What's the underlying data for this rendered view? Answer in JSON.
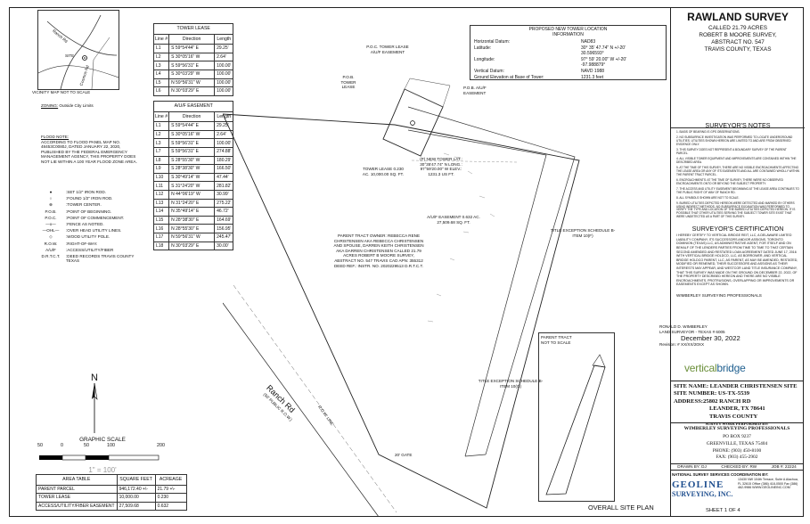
{
  "vicinity": {
    "label": "VICINITY MAP NOT TO SCALE",
    "site_label": "SITE",
    "road_1": "Ranch Rd",
    "road_2": "Cosmos Rd"
  },
  "zoning": {
    "label": "ZONING:",
    "value": "Outside City Limits"
  },
  "flood_note": {
    "title": "FLOOD NOTE:",
    "text": "ACCORDING TO FLOOD PANEL MAP NO. 48453C0080J, DATED JANUARY 22, 2020, PUBLISHED BY THE FEDERAL EMERGENCY MANAGEMENT AGENCY, THIS PROPERTY DOES NOT LIE WITHIN A 100 YEAR FLOOD ZONE AREA."
  },
  "legend": [
    {
      "sym": "●",
      "text": ":SET 1/2\" IRON ROD."
    },
    {
      "sym": "○",
      "text": ":FOUND 1/2\" IRON ROD."
    },
    {
      "sym": "⊕",
      "text": ":TOWER CENTER."
    },
    {
      "sym": "P.O.B.",
      "text": ":POINT OF BEGINNING."
    },
    {
      "sym": "P.O.C.",
      "text": ":POINT OF COMMENCEMENT."
    },
    {
      "sym": "—x—",
      "text": ":FENCE AS NOTED."
    },
    {
      "sym": "—OHL—",
      "text": ":OVER HEAD UTILITY LINES."
    },
    {
      "sym": "◇",
      "text": ":WOOD UTILITY POLE."
    },
    {
      "sym": "R.O.W.",
      "text": ":RIGHT-OF-WAY."
    },
    {
      "sym": "A/U/F",
      "text": ":ACCESS/UTILITY/FIBER"
    },
    {
      "sym": "D.R.T.C.T.",
      "text": ":DEED RECORDS TRAVIS COUNTY TEXAS"
    }
  ],
  "tower_lease_table": {
    "title": "TOWER LEASE",
    "headers": [
      "Line #",
      "Direction",
      "Length"
    ],
    "rows": [
      [
        "L1",
        "S 59°54'44\" E",
        "29.25'"
      ],
      [
        "L2",
        "S 30°05'16\" W",
        "2.64'"
      ],
      [
        "L3",
        "S 59°56'31\" E",
        "100.00'"
      ],
      [
        "L4",
        "S 30°03'29\" W",
        "100.00'"
      ],
      [
        "L5",
        "N 59°56'31\" W",
        "100.00'"
      ],
      [
        "L6",
        "N 30°03'29\" E",
        "100.00'"
      ]
    ]
  },
  "auf_easement_table": {
    "title": "A/U/F EASEMENT",
    "headers": [
      "Line #",
      "Direction",
      "Length"
    ],
    "rows": [
      [
        "L1",
        "S 59°54'44\" E",
        "29.25'"
      ],
      [
        "L2",
        "S 30°05'16\" W",
        "2.64'"
      ],
      [
        "L3",
        "S 59°56'31\" E",
        "100.00'"
      ],
      [
        "L7",
        "S 59°56'31\" E",
        "274.88'"
      ],
      [
        "L8",
        "S 28°55'30\" W",
        "180.29'"
      ],
      [
        "L9",
        "S 28°38'30\" W",
        "166.50'"
      ],
      [
        "L10",
        "S 30°49'14\" W",
        "47.44'"
      ],
      [
        "L11",
        "S 31°24'20\" W",
        "281.82'"
      ],
      [
        "L12",
        "N 44°06'19\" W",
        "30.99'"
      ],
      [
        "L13",
        "N 31°24'20\" E",
        "275.22'"
      ],
      [
        "L14",
        "N 35°49'14\" E",
        "46.72'"
      ],
      [
        "L15",
        "N 28°38'30\" E",
        "164.69'"
      ],
      [
        "L16",
        "N 28°55'30\" E",
        "156.95'"
      ],
      [
        "L17",
        "N 59°56'31\" W",
        "245.47'"
      ],
      [
        "L18",
        "N 30°03'29\" E",
        "30.00'"
      ]
    ]
  },
  "north": {
    "label": "N"
  },
  "scale": {
    "title": "GRAPHIC SCALE",
    "ticks": [
      "50",
      "0",
      "50",
      "100",
      "200"
    ],
    "ratio": "1\" = 100'"
  },
  "area_table": {
    "headers": [
      "AREA TABLE",
      "SQUARE FEET",
      "ACREAGE"
    ],
    "rows": [
      [
        "PARENT PARCEL",
        "946,172.40 +\\-",
        "21.79 +\\-"
      ],
      [
        "TOWER LEASE",
        "10,000.00",
        "0.230"
      ],
      [
        "ACCESS/UTILITY/FIBER EASEMENT",
        "27,509.68",
        "0.632"
      ]
    ]
  },
  "tower_location": {
    "title": "PROPOSED NEW TOWER LOCATION INFORMATION",
    "rows": [
      [
        "Horizontal Datum:",
        "NAD83"
      ],
      [
        "Latitude:",
        "30° 35' 47.74\" N +/-20'"
      ],
      [
        "",
        "30.596593°"
      ],
      [
        "Longitude:",
        "97° 59' 20.00\" W +/-20'"
      ],
      [
        "",
        "-97.988879°"
      ],
      [
        "Vertical Datum:",
        "NAVD 1988"
      ],
      [
        "Ground Elevation at Base of Tower:",
        "1231.3 feet"
      ]
    ]
  },
  "plan_labels": {
    "poc": "P.O.C. TOWER LEASE A/U/F EASEMENT",
    "pob_lease": "P.O.B. TOWER LEASE",
    "pob_easement": "P.O.B. A/U/F EASEMENT",
    "tower_lease": "TOWER LEASE 0.230 AC. 10,000.00 SQ. FT.",
    "new_tower": "(P) NEW TOWER LAT.: 30°35'47.74\" N LONG.: 97°59'20.00\" W ELEV.: 1231.3 US FT.",
    "parent_tract": "PARENT TRACT OWNER: REBECCA RENE CHRISTENSEN AKA REBECCA CHRISTENSEN AND SPOUSE, DARREN KEITH CHRISTENSEN AKA DARREN CHRISTENSEN CALLED 21.79 ACRES ROBERT B MOORE SURVEY, ABSTRACT NO. 547 TRAVIS CAD APN: 355312 DEED REF.: INSTR. NO. 2020229513 D.R.T.C.T.",
    "auf_area": "A/U/F EASEMENT 0.632 AC. 27,509.68 SQ. FT.",
    "title_exc_1": "TITLE EXCEPTION SCHEDULE B-ITEM 10(F)",
    "title_exc_2": "TITLE EXCEPTION SCHEDULE B-ITEM 10(G)",
    "road": "Ranch Rd",
    "row": "(50' PUBLIC R.O.W.)",
    "row_line": "R.O.W. LINE",
    "gate": "20' GATE",
    "parent_inset": "PARENT TRACT NOT TO SCALE",
    "sheet_name": "OVERALL SITE PLAN"
  },
  "title_block": {
    "heading": "RAWLAND SURVEY",
    "sub1": "CALLED 21.79 ACRES",
    "sub2": "ROBERT B MOORE SURVEY,",
    "sub3": "ABSTRACT NO. 547",
    "sub4": "TRAVIS COUNTY, TEXAS",
    "notes_title": "SURVEYOR'S NOTES",
    "notes": [
      "1. BASIS OF BEARING IS GPS OBSERVATIONS.",
      "2. NO SUBSURFACE INVESTIGATION WAS PERFORMED TO LOCATE UNDERGROUND UTILITIES. UTILITIES SHOWN HEREON ARE LIMITED TO AND ARE FROM OBSERVED EVIDENCE ONLY.",
      "3. THIS SURVEY DOES NOT REPRESENT A BOUNDARY SURVEY OF THE PARENT PARCEL.",
      "4. ALL VISIBLE TOWER EQUIPMENT AND IMPROVEMENTS ARE CONTAINED WITHIN THE DESCRIBED AREA.",
      "5. AT THE TIME OF THIS SURVEY, THERE ARE NO VISIBLE ENCROACHMENTS AFFECTING THE LEASE AREA OR ANY OF ITS EASEMENTS AND ALL ARE CONTAINED WHOLLY WITHIN THE PARENT TRACT PARCEL.",
      "6. ENCROACHMENTS: AT THE TIME OF SURVEY, THERE WERE NO OBSERVED ENCROACHMENTS ONTO OR BEYOND THE SUBJECT PROPERTY.",
      "7. THE ACCESS AND UTILITY EASEMENT BEGINNING AT THE LEASE AREA CONTINUES TO THE PUBLIC RIGHT OF WAY OF RANCH RD.",
      "8. ALL SYMBOLS SHOWN ARE NOT TO SCALE.",
      "9. BURIED UTILITIES DEPICTED HEREON WERE DETECTED AND MARKED BY OTHERS USING INDIRECT METHODS. NO SUBSURFACE EXCAVATION WAS PERFORMED TO VERIFY THE TYPE AND LOCATION OF THE BURIED UTILITIES DEPICTED HEREON. IT IS POSSIBLE THAT OTHER UTILITIES SERVING THE SUBJECT TOWER SITE EXIST THAT WERE UNDETECTED AS A PART OF THIS SURVEY."
    ],
    "cert_title": "SURVEYOR'S CERTIFICATION",
    "cert_text": "I HEREBY CERTIFY TO VERTICAL BRIDGE REIT, LLC, A DELAWARE LIMITED LIABILITY COMPANY, ITS SUCCESSORS AND/OR ASSIGNS, TORONTO DOMINION (TEXAS) LLC, AS ADMINISTRATIVE AGENT, FOR ITSELF AND ON BEHALF OF THE LENDERS PARTIES FROM TIME TO TIME TO THAT CERTAIN SECOND AMENDED AND RESTATED LOAN AGREEMENT DATED JUNE 17, 2016 WITH VERTICAL BRIDGE HOLDCO, LLC, AS BORROWER, AND VERTICAL BRIDGE HOLDCO PARENT, LLC, AS PARENT, AS MAY BE AMENDED, RESTATED, MODIFIED OR RENEWED, THEIR SUCCESSORS AND ASSIGNS AS THEIR INTERESTS MAY APPEAR, AND WESTCOR LAND TITLE INSURANCE COMPANY, THAT THIS SURVEY WAS MADE ON THE GROUND ON DECEMBER 22, 2022, OF THE PROPERTY DESCRIBED HEREON AND THERE ARE NO VISIBLE ENCROACHMENTS, PROTRUSIONS, OVERLAPPING OR IMPROVEMENTS OR EASEMENTS EXCEPT AS SHOWN.",
    "firm": "WIMBERLEY SURVEYING PROFESSIONALS",
    "surveyor_name": "RONALD D. WIMBERLEY",
    "surveyor_lic": "LAND SURVEYOR - TEXAS # 6005",
    "date": "December 30, 2022",
    "revision_label": "Revision: #",
    "revision_value": "XX/XX/20XX",
    "brand_1": "vertical",
    "brand_2": "bridge",
    "site_name": "SITE NAME: LEANDER CHRISTENSEN SITE",
    "site_number": "SITE NUMBER: US-TX-5539",
    "address": "ADDRESS:25802 RANCH RD",
    "city": "LEANDER, TX 78641",
    "county": "TRAVIS COUNTY",
    "work_by": "SURVEY WORK PERFORMED BY:",
    "work_firm": "WIMBERLEY SURVEYING PROFESSIONALS",
    "po_box": "PO BOX 9237",
    "greenville": "GREENVILLE, TEXAS  75404",
    "phone": "PHONE:  (903) 450-8100",
    "fax": "FAX:  (903) 455-2902",
    "drawn": "DRAWN BY: DJ",
    "checked": "CHECKED BY: RW",
    "job": "JOB #: 22224",
    "coord": "NATIONAL SURVEY SERVICES COORDINATION BY:",
    "geoline_1": "GEOLINE",
    "geoline_2": "SURVEYING, INC.",
    "geoline_addr": "13430 NW 104th Terrace, Suite A Alachua, FL 32615 Office (386) 418-0500 Fax (386) 462-9986 WWW.GEOLINEINC.COM",
    "sheet": "SHEET 1 OF 4"
  }
}
